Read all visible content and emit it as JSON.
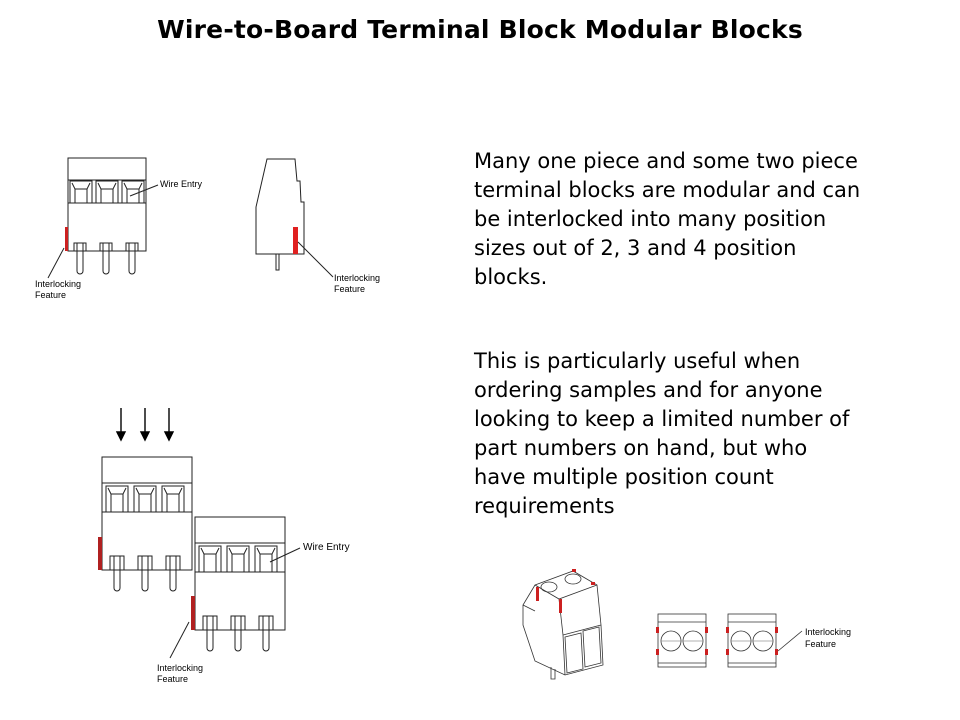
{
  "slide": {
    "title": "Wire-to-Board Terminal Block Modular Blocks",
    "paragraph1": [
      "Many one piece and some two piece",
      "terminal blocks are modular and can",
      "be interlocked into many position",
      "sizes out of 2, 3 and 4 position",
      "blocks."
    ],
    "paragraph2": [
      "This is particularly useful when",
      "ordering samples and for anyone",
      "looking to keep a limited number of",
      "part numbers on hand, but who",
      "have multiple position count",
      "requirements"
    ]
  },
  "figures": {
    "front_view": {
      "wire_entry_label": "Wire Entry",
      "interlock_label_line1": "Interlocking",
      "interlock_label_line2": "Feature"
    },
    "side_view": {
      "interlock_label_line1": "Interlocking",
      "interlock_label_line2": "Feature"
    },
    "stacked_view": {
      "wire_entry_label": "Wire Entry",
      "interlock_label_line1": "Interlocking",
      "interlock_label_line2": "Feature"
    },
    "top_views": {
      "interlock_label_line1": "Interlocking",
      "interlock_label_line2": "Feature"
    }
  },
  "colors": {
    "interlock_red": "#cc2020",
    "line": "#222222"
  }
}
